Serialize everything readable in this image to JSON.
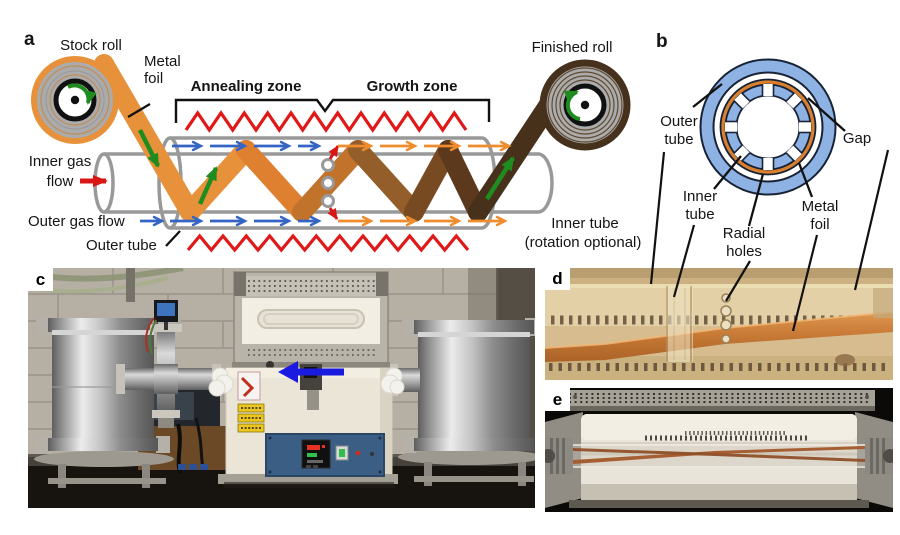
{
  "panel_a": {
    "label": "a",
    "stock_roll": "Stock roll",
    "metal_foil_line1": "Metal",
    "metal_foil_line2": "foil",
    "annealing_zone": "Annealing zone",
    "growth_zone": "Growth zone",
    "finished_roll": "Finished roll",
    "inner_gas_line1": "Inner gas",
    "inner_gas_line2": "flow",
    "outer_gas_flow": "Outer gas flow",
    "outer_tube": "Outer tube",
    "inner_tube_line1": "Inner tube",
    "inner_tube_line2": "(rotation optional)"
  },
  "panel_b": {
    "label": "b",
    "outer_tube_line1": "Outer",
    "outer_tube_line2": "tube",
    "gap": "Gap",
    "inner_tube_line1": "Inner",
    "inner_tube_line2": "tube",
    "radial_holes_line1": "Radial",
    "radial_holes_line2": "holes",
    "metal_foil_line1": "Metal",
    "metal_foil_line2": "foil"
  },
  "panel_c": {
    "label": "c"
  },
  "panel_d": {
    "label": "d"
  },
  "panel_e": {
    "label": "e"
  },
  "colors": {
    "foil_orange": "#E8913B",
    "foil_dark_brown": "#48311A",
    "heater_red": "#E01818",
    "inner_gas_arrow_blue": "#3565C4",
    "growth_gas_arrow_orange": "#EE8C2E",
    "foil_motion_green": "#1E8C1E",
    "gas_exit_red": "#D81616",
    "tube_gray": "#999999",
    "cross_section_tube_blue": "#8FB2E5",
    "cross_section_foil_orange": "#D9802F",
    "copper_foil_photo": "#C87A3A",
    "flow_arrow_photo_blue": "#1A1AE0"
  }
}
